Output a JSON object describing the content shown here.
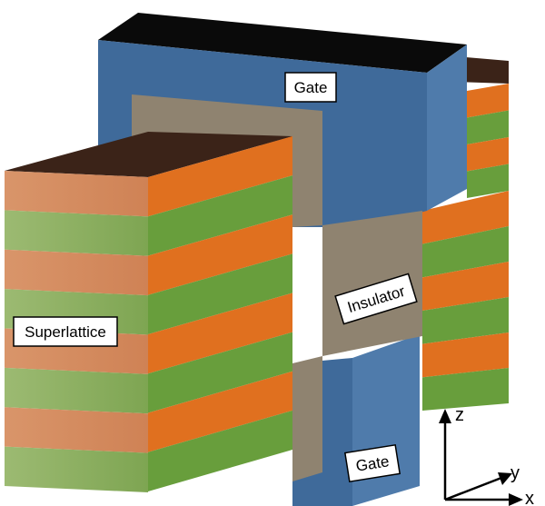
{
  "labels": {
    "gate_top": "Gate",
    "gate_bottom": "Gate",
    "insulator": "Insulator",
    "superlattice": "Superlattice"
  },
  "axes": {
    "z": "z",
    "y": "y",
    "x": "x"
  },
  "colors": {
    "gate_front": "#3f6a9a",
    "gate_side": "#4f7bab",
    "gate_top": "#0a0a0a",
    "insulator": "#8f8370",
    "superlattice_top": "#3b2318",
    "orange": "#e0701f",
    "green": "#689e3c",
    "orange_front": "#d58d62",
    "green_front": "#8cae60"
  }
}
